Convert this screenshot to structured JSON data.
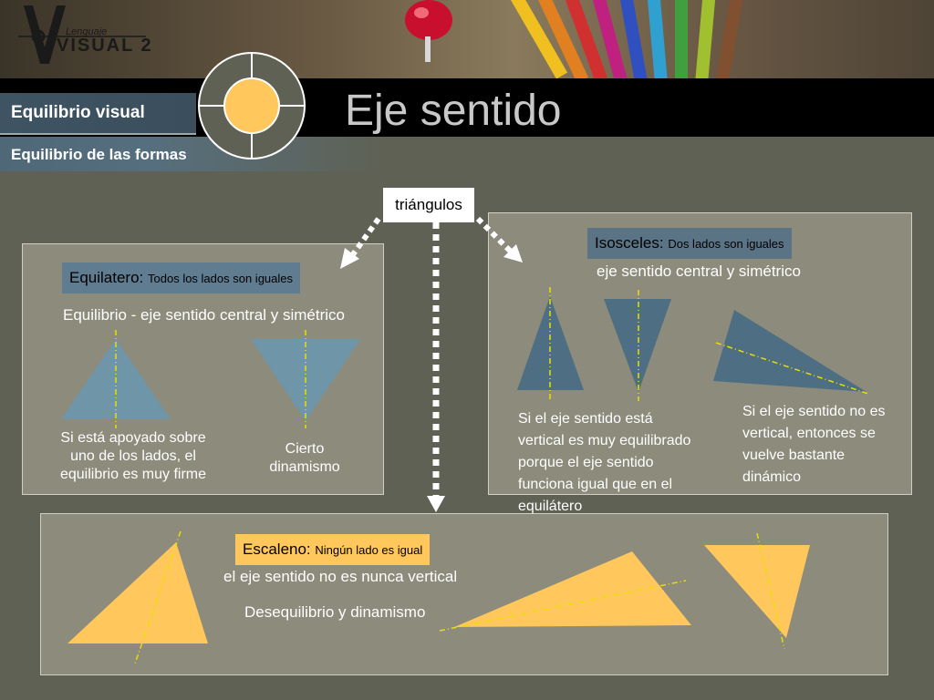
{
  "header": {
    "logo_top": "Lenguaje",
    "logo_bottom": "VISUAL 2",
    "title": "Eje sentido",
    "tab_primary": "Equilibrio visual",
    "tab_secondary": "Equilibrio de las formas"
  },
  "topic": "triángulos",
  "equilatero": {
    "name": "Equilatero:",
    "definition": "Todos los lados son iguales",
    "subtitle": "Equilibrio - eje sentido central y simétrico",
    "caption_1": "Si está apoyado sobre uno de los lados, el equilibrio es muy firme",
    "caption_2": "Cierto dinamismo"
  },
  "isosceles": {
    "name": "Isosceles:",
    "definition": "Dos lados son iguales",
    "subtitle": "eje sentido central y simétrico",
    "caption_1": "Si el eje sentido está vertical es muy equilibrado porque el eje sentido funciona igual que en el equilátero",
    "caption_2": "Si el eje sentido no es vertical, entonces se vuelve bastante dinámico"
  },
  "escaleno": {
    "name": "Escaleno:",
    "definition": "Ningún lado es igual",
    "line_1": "el eje sentido no es nunca vertical",
    "line_2": "Desequilibrio y dinamismo"
  },
  "colors": {
    "background": "#5f6154",
    "panel": "#8c8b7c",
    "blue_triangle_light": "#6f95a8",
    "blue_triangle_dark": "#4e6f83",
    "yellow_triangle": "#ffc75c",
    "axis": "#e8e000"
  }
}
